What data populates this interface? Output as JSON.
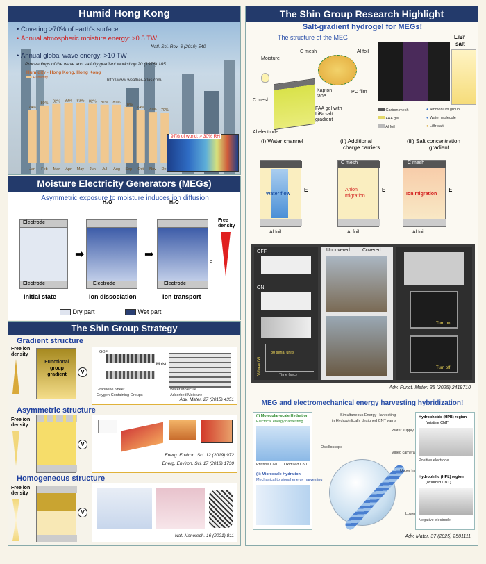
{
  "humid": {
    "title": "Humid Hong Kong",
    "bullet1": "Covering >70% of earth's surface",
    "bullet2": "Annual atmospheric moisture energy: >0.5 TW",
    "ref2": "Natl. Sci. Rev. 6 (2019) 540",
    "bullet3": "Annual global wave energy: >10 TW",
    "ref3": "Proceedings of the wave and salinity gradient workshop 20 (1976) 185",
    "chart_title": "Humidity - Hong Kong, Hong Kong",
    "legend": "Humidity",
    "url": "http://www.weather-atlas.com/",
    "world_note": "97% of world: > 30% RH"
  },
  "chart_data": {
    "type": "bar",
    "title": "Humidity - Hong Kong, Hong Kong",
    "categories": [
      "Jan",
      "Feb",
      "Mar",
      "Apr",
      "May",
      "Jun",
      "Jul",
      "Aug",
      "Sep",
      "Oct",
      "Nov",
      "Dec"
    ],
    "value_labels": [
      "74%",
      "80%",
      "82%",
      "83%",
      "83%",
      "82%",
      "81%",
      "81%",
      "78%",
      "74%",
      "71%",
      "70%"
    ],
    "series": [
      {
        "name": "Humidity",
        "values": [
          74,
          80,
          82,
          83,
          83,
          82,
          81,
          81,
          78,
          74,
          71,
          70
        ]
      }
    ],
    "ylim": [
      0,
      100
    ],
    "bar_color": "#f0c890"
  },
  "megs": {
    "title": "Moisture Electricity Generators (MEGs)",
    "subtitle": "Asymmetric exposure to moisture induces ion diffusion",
    "h2o": "H₂O",
    "electrode": "Electrode",
    "stage1": "Initial state",
    "stage2": "Ion dissociation",
    "stage3": "Ion transport",
    "free": "Free",
    "density": "density",
    "eminus": "e⁻",
    "legend_dry": "Dry part",
    "legend_wet": "Wet part"
  },
  "strategy": {
    "title": "The Shin Group Strategy",
    "gradient_title": "Gradient structure",
    "free_ion": "Free ion",
    "density": "density",
    "functional": "Functional",
    "group": "group",
    "gradient": "gradient",
    "v": "V",
    "graphene_sheet": "Graphene Sheet",
    "oxygen_groups": "Oxygen-Containing Groups",
    "water_molecule": "Water Molecule",
    "adsorbed_moisture": "Adsorbed Moisture",
    "moist": "Moist",
    "goof": "GOF",
    "ref_gradient": "Adv. Mater. 27 (2015) 4351",
    "asym_title": "Asymmetric structure",
    "ref_asym1": "Energ. Environ. Sci. 12 (2019) 972",
    "ref_asym2": "Energ. Environ. Sci. 17 (2018) 1730",
    "homo_title": "Homogeneous structure",
    "ref_homo": "Nat. Nanotech. 16 (2021) 811"
  },
  "research": {
    "title": "The Shin Group Research Highlight",
    "subtitle": "Salt-gradient hydrogel for MEGs!",
    "structure": "The structure of the MEG",
    "moisture": "Moisture",
    "c_mesh": "C mesh",
    "al_foil": "Al foil",
    "kapton": "Kapton",
    "tape": "tape",
    "pc_film": "PC film",
    "faa_gel": "FAA gel with",
    "libr_gradient": "LiBr salt",
    "gradient_word": "gradient",
    "al_electrode": "Al electrode",
    "libr_salt": "LiBr",
    "salt": "salt",
    "leg_carbon": "Carbon mesh",
    "leg_ammonium": "Ammonium group",
    "leg_faa": "FAA gel",
    "leg_water": "Water molecule",
    "leg_al": "Al foil",
    "leg_libr": "LiBr salt",
    "mech1": "(i) Water channel",
    "mech2": "(ii) Additional",
    "mech2b": "charge carriers",
    "mech3": "(iii) Salt concentration",
    "mech3b": "gradient",
    "water_flow": "Water flow",
    "anion_mig": "Anion",
    "migration": "migration",
    "ion_mig": "Ion migration",
    "c_mesh2": "C mesh",
    "al_foil2": "Al foil",
    "E": "E",
    "photo_off": "OFF",
    "photo_on": "ON",
    "uncovered": "Uncovered",
    "covered": "Covered",
    "series_units": "80 serial units",
    "volt_axis": "Voltage (V)",
    "time_axis": "Time (sec)",
    "turn_on": "Turn on",
    "turn_off": "Turn off",
    "ref_photo": "Adv. Funct. Mater. 35 (2025) 2419710",
    "hybrid_title": "MEG and electromechanical energy harvesting hybridization!",
    "macro": "(i) Molecular-scale Hydration",
    "macro_sub": "Electrical energy harvesting",
    "micro": "(ii) Microscale Hydration",
    "micro_sub": "Mechanical torsional energy harvesting",
    "simul": "Simultaneous Energy Harvesting",
    "simul2": "in Hydrophilically designed CNT yarns",
    "hpb": "Hydrophobic (HPB) region",
    "hpb2": "(pristine CNT)",
    "hpl": "Hydrophilic (HPL) region",
    "hpl2": "(oxidized CNT)",
    "upper": "Upper half",
    "lower": "Lower half",
    "oscillo": "Oscilloscope",
    "water_supply": "Water supply",
    "video": "Video camera",
    "positive": "Positive electrode",
    "negative": "Negative electrode",
    "pristine": "Pristine CNT",
    "oxidized": "Oxidized CNT",
    "ref_hybrid": "Adv. Mater. 37 (2025) 2501111"
  }
}
